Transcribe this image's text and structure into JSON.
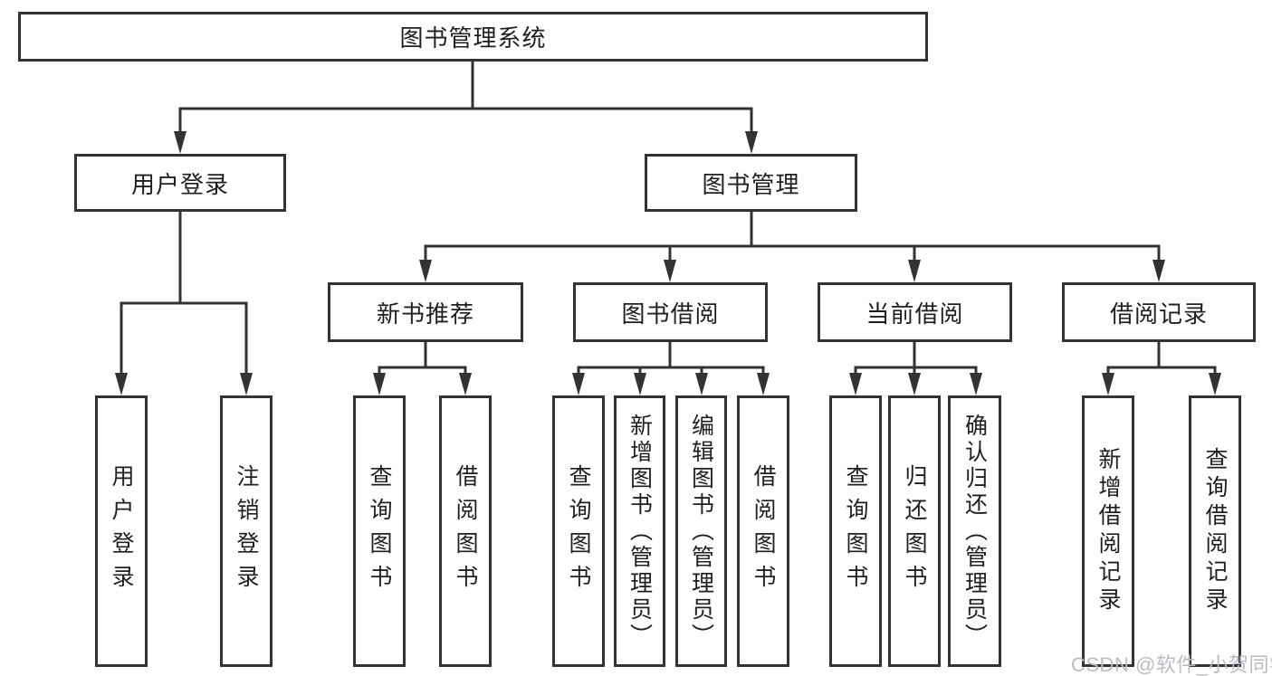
{
  "diagram": {
    "root": {
      "label": "图书管理系统"
    },
    "level2": [
      {
        "label": "用户登录"
      },
      {
        "label": "图书管理"
      }
    ],
    "level3": [
      {
        "label": "新书推荐"
      },
      {
        "label": "图书借阅"
      },
      {
        "label": "当前借阅"
      },
      {
        "label": "借阅记录"
      }
    ],
    "level4": {
      "user_login": [
        "用户登录",
        "注销登录"
      ],
      "new_books": [
        "查询图书",
        "借阅图书"
      ],
      "book_borrow": [
        "查询图书",
        "新增图书（管理员）",
        "编辑图书（管理员）",
        "借阅图书"
      ],
      "current_borrow": [
        "查询图书",
        "归还图书",
        "确认归还（管理员）"
      ],
      "borrow_records": [
        "新增借阅记录",
        "查询借阅记录"
      ]
    },
    "watermark": "CSDN @软件_小贺同学",
    "colors": {
      "line": "#333333",
      "box_background": "#ffffff",
      "text": "#1f1f1f",
      "watermark": "#b9bcc2"
    }
  }
}
